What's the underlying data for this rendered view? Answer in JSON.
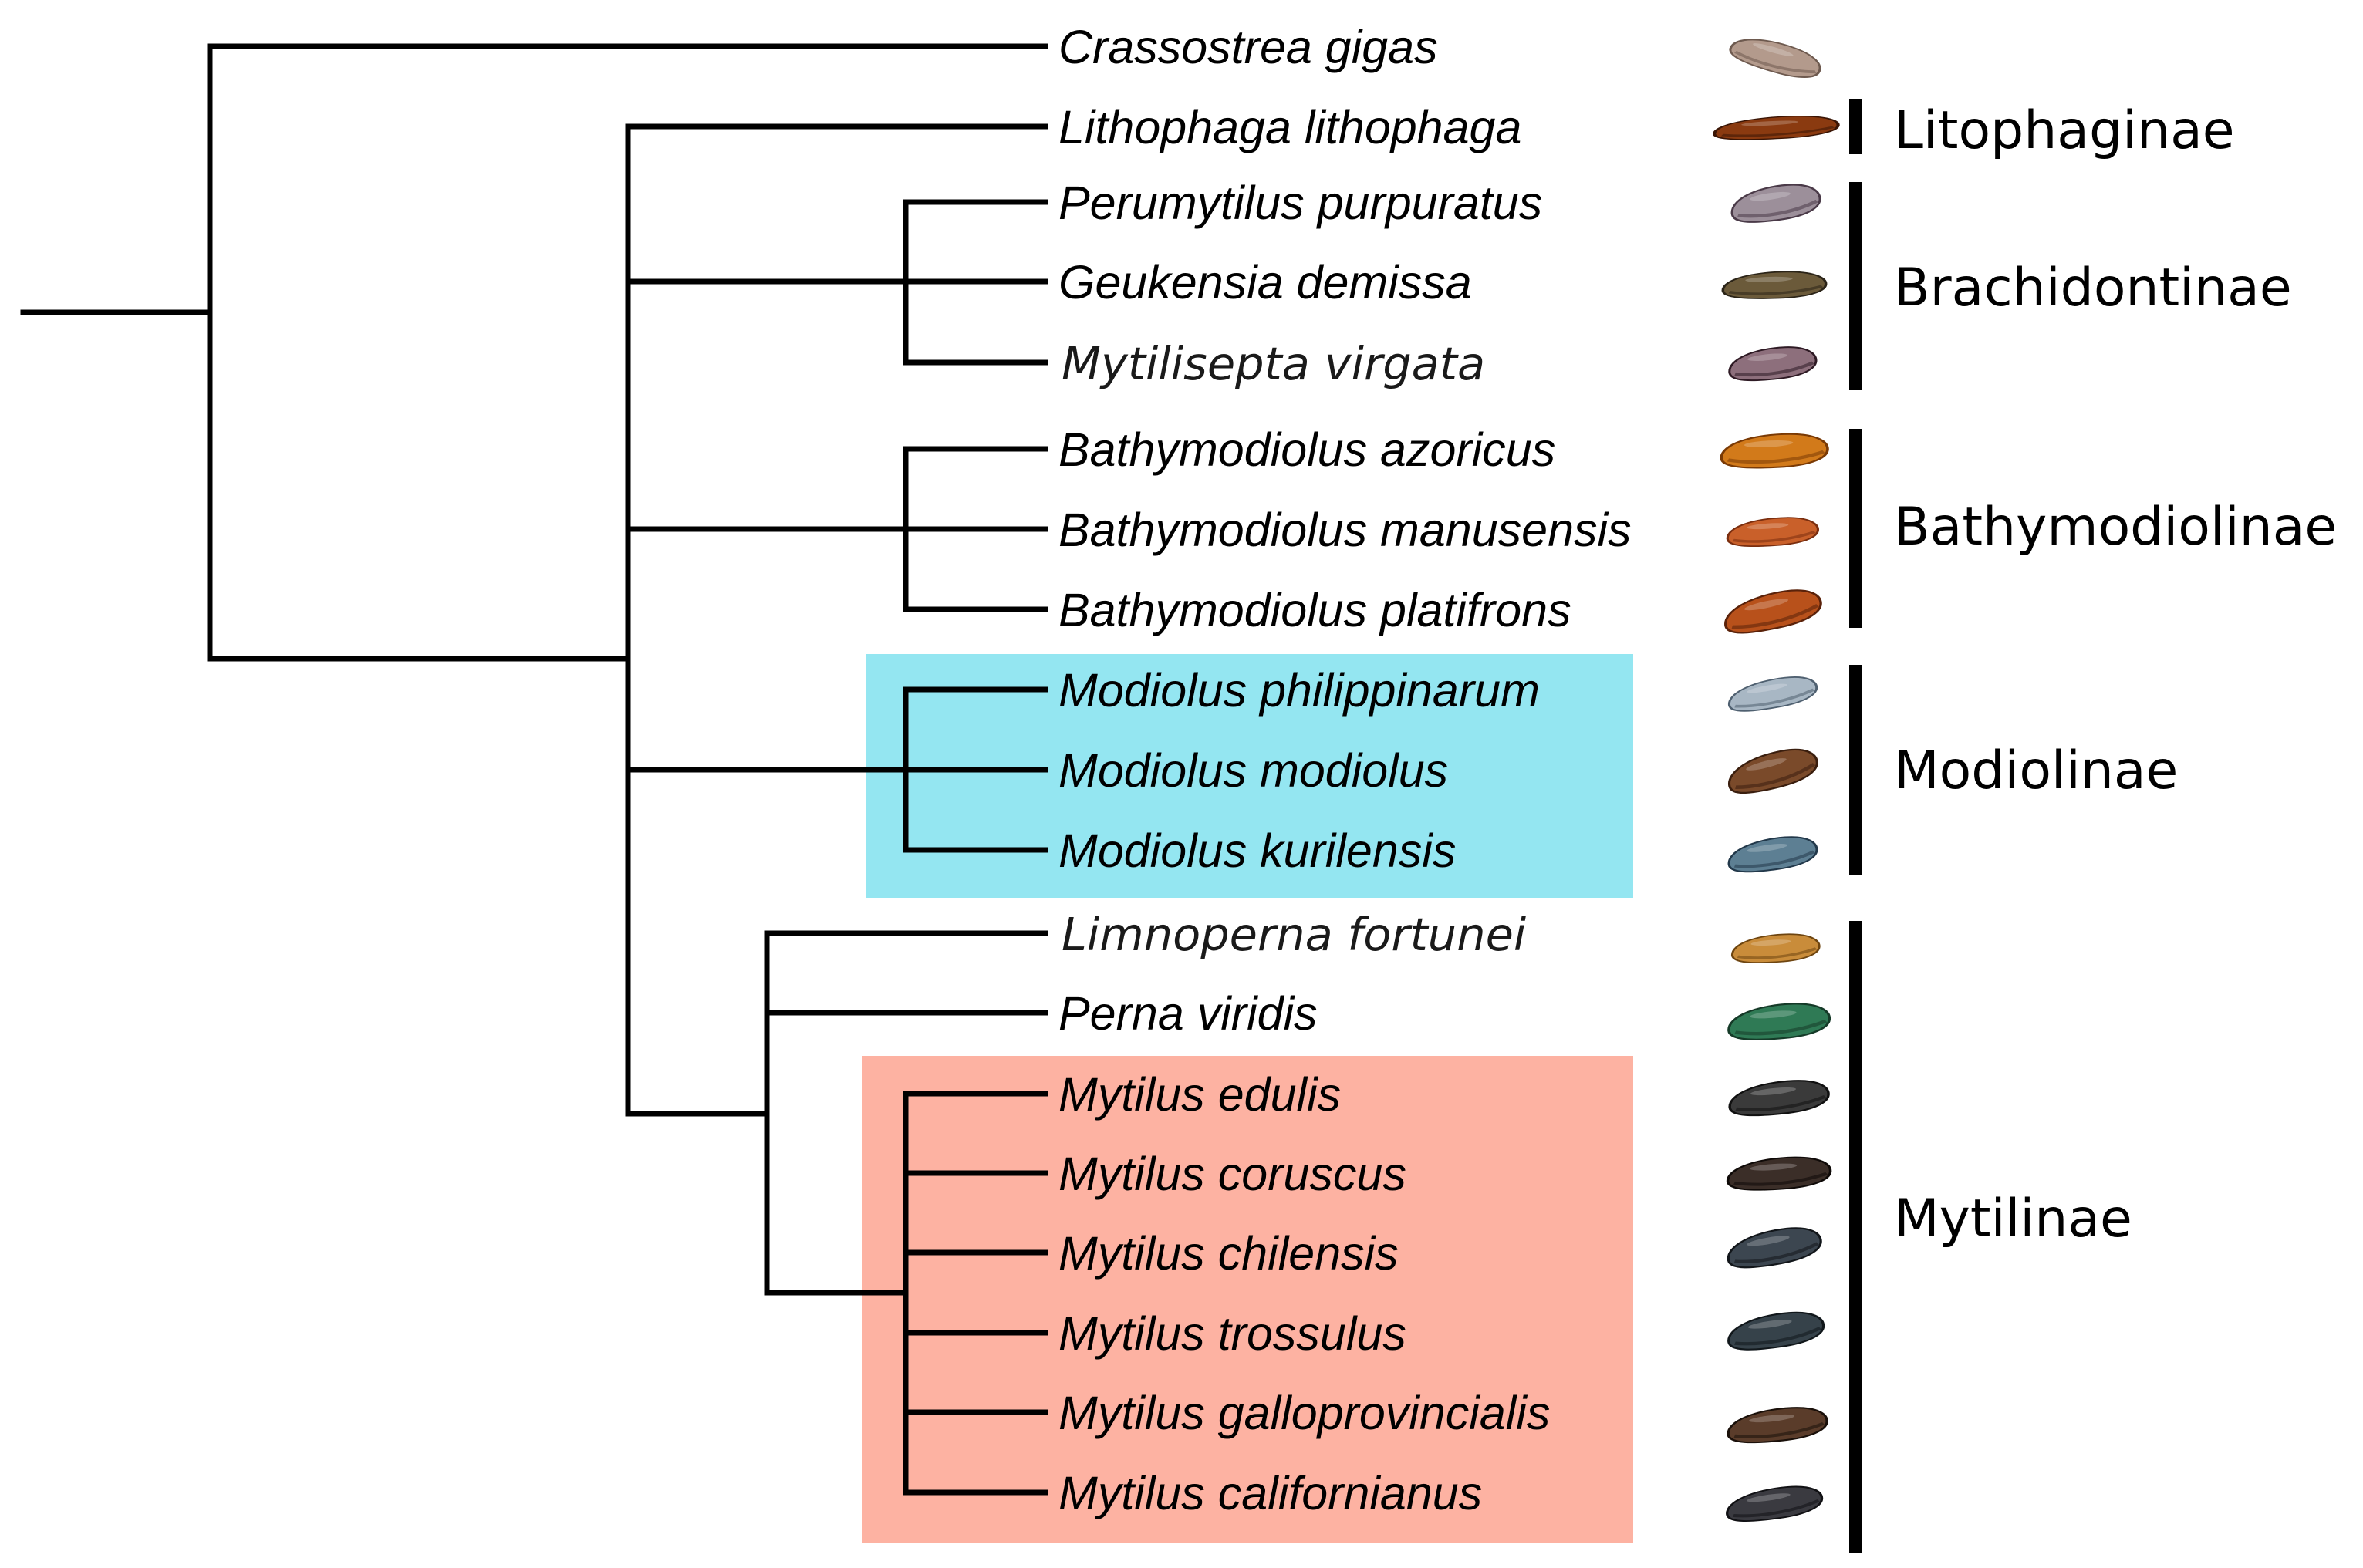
{
  "species": [
    {
      "id": "crassostrea-gigas",
      "name": "Crassostrea gigas",
      "shell": {
        "fill": "#b39a8c",
        "dark": "#6e5a4f"
      }
    },
    {
      "id": "lithophaga-lithophaga",
      "name": "Lithophaga lithophaga",
      "shell": {
        "fill": "#8a3a10",
        "dark": "#3a1505"
      }
    },
    {
      "id": "perumytilus-purpuratus",
      "name": "Perumytilus purpuratus",
      "shell": {
        "fill": "#9c8f9a",
        "dark": "#4a3a48"
      }
    },
    {
      "id": "geukensia-demissa",
      "name": "Geukensia demissa",
      "shell": {
        "fill": "#6b5a3a",
        "dark": "#2b2418"
      }
    },
    {
      "id": "mytilisepta-virgata",
      "name": "Mytilisepta virgata",
      "style": "alt",
      "shell": {
        "fill": "#8d6f7c",
        "dark": "#2e1a24"
      }
    },
    {
      "id": "bathymodiolus-azoricus",
      "name": "Bathymodiolus azoricus",
      "shell": {
        "fill": "#d27a1a",
        "dark": "#7a3a05"
      }
    },
    {
      "id": "bathymodiolus-manusensis",
      "name": "Bathymodiolus manusensis",
      "shell": {
        "fill": "#c9602a",
        "dark": "#7a2e0f"
      }
    },
    {
      "id": "bathymodiolus-platifrons",
      "name": "Bathymodiolus platifrons",
      "shell": {
        "fill": "#b8511b",
        "dark": "#5a220a"
      }
    },
    {
      "id": "modiolus-philippinarum",
      "name": "Modiolus philippinarum",
      "shell": {
        "fill": "#a8b7c4",
        "dark": "#4f6070"
      }
    },
    {
      "id": "modiolus-modiolus",
      "name": "Modiolus modiolus",
      "shell": {
        "fill": "#7a4a2a",
        "dark": "#3a1e0e"
      }
    },
    {
      "id": "modiolus-kurilensis",
      "name": "Modiolus kurilensis",
      "shell": {
        "fill": "#5d7f93",
        "dark": "#22384a"
      }
    },
    {
      "id": "limnoperna-fortunei",
      "name": "Limnoperna fortunei",
      "style": "alt",
      "shell": {
        "fill": "#c98c3a",
        "dark": "#6e4510"
      }
    },
    {
      "id": "perna-viridis",
      "name": "Perna viridis",
      "shell": {
        "fill": "#2f7a55",
        "dark": "#153a28"
      }
    },
    {
      "id": "mytilus-edulis",
      "name": "Mytilus edulis",
      "shell": {
        "fill": "#3a3a3a",
        "dark": "#101010"
      }
    },
    {
      "id": "mytilus-coruscus",
      "name": "Mytilus coruscus",
      "shell": {
        "fill": "#3b2e28",
        "dark": "#0f0a08"
      }
    },
    {
      "id": "mytilus-chilensis",
      "name": "Mytilus chilensis",
      "shell": {
        "fill": "#3c4650",
        "dark": "#12161a"
      }
    },
    {
      "id": "mytilus-trossulus",
      "name": "Mytilus trossulus",
      "shell": {
        "fill": "#36424a",
        "dark": "#11171b"
      }
    },
    {
      "id": "mytilus-galloprovincialis",
      "name": "Mytilus galloprovincialis",
      "shell": {
        "fill": "#5a3c2a",
        "dark": "#1a100a"
      }
    },
    {
      "id": "mytilus-californianus",
      "name": "Mytilus californianus",
      "shell": {
        "fill": "#3a3a40",
        "dark": "#111114"
      }
    }
  ],
  "clades": [
    {
      "id": "litophaginae",
      "label": "Litophaginae"
    },
    {
      "id": "brachidontinae",
      "label": "Brachidontinae"
    },
    {
      "id": "bathymodiolinae",
      "label": "Bathymodiolinae"
    },
    {
      "id": "modiolinae",
      "label": "Modiolinae"
    },
    {
      "id": "mytilinae",
      "label": "Mytilinae"
    }
  ],
  "highlights": {
    "modiolus_color": "#94e6f1",
    "mytilus_color": "#fdb2a2"
  }
}
